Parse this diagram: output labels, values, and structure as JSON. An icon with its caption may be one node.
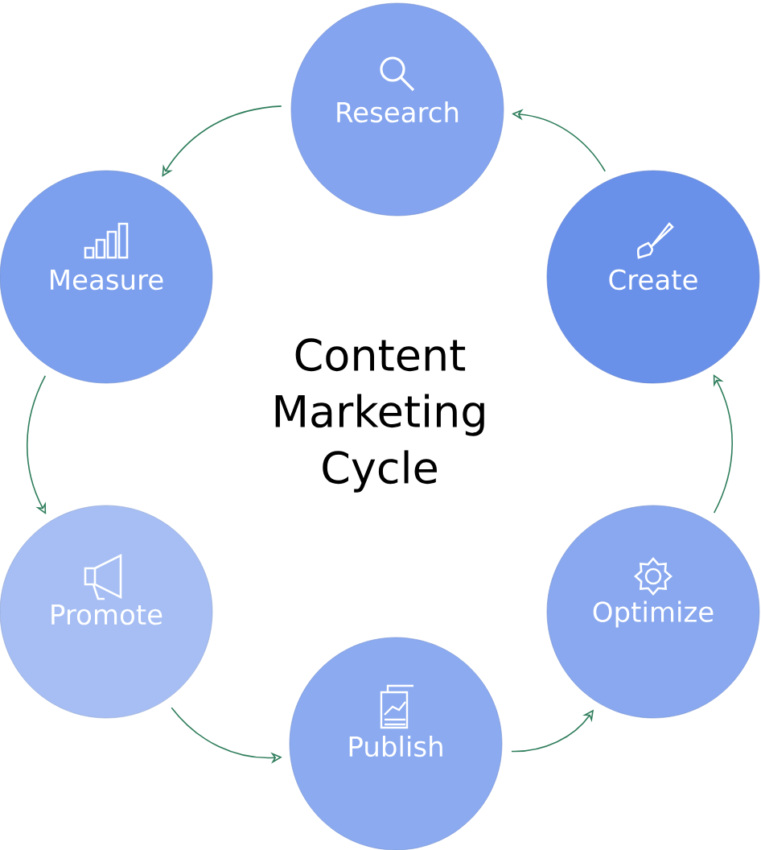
{
  "diagram": {
    "title": "Content Marketing Cycle",
    "nodes": [
      {
        "text": [
          "Research"
        ]
      },
      {
        "text": [
          "Create"
        ]
      },
      {
        "text": [
          "Optimize"
        ]
      },
      {
        "text": [
          "Publish"
        ]
      },
      {
        "text": [
          "Promote"
        ]
      },
      {
        "text": [
          "Measure"
        ]
      }
    ],
    "edges": [
      {
        "from": 0,
        "to": 5,
        "arrow": "to"
      },
      {
        "from": 5,
        "to": 4,
        "arrow": "to"
      },
      {
        "from": 4,
        "to": 3,
        "arrow": "to"
      },
      {
        "from": 3,
        "to": 2,
        "arrow": "to"
      },
      {
        "from": 2,
        "to": 1,
        "arrow": "to"
      },
      {
        "from": 1,
        "to": 0,
        "arrow": "to"
      }
    ]
  }
}
